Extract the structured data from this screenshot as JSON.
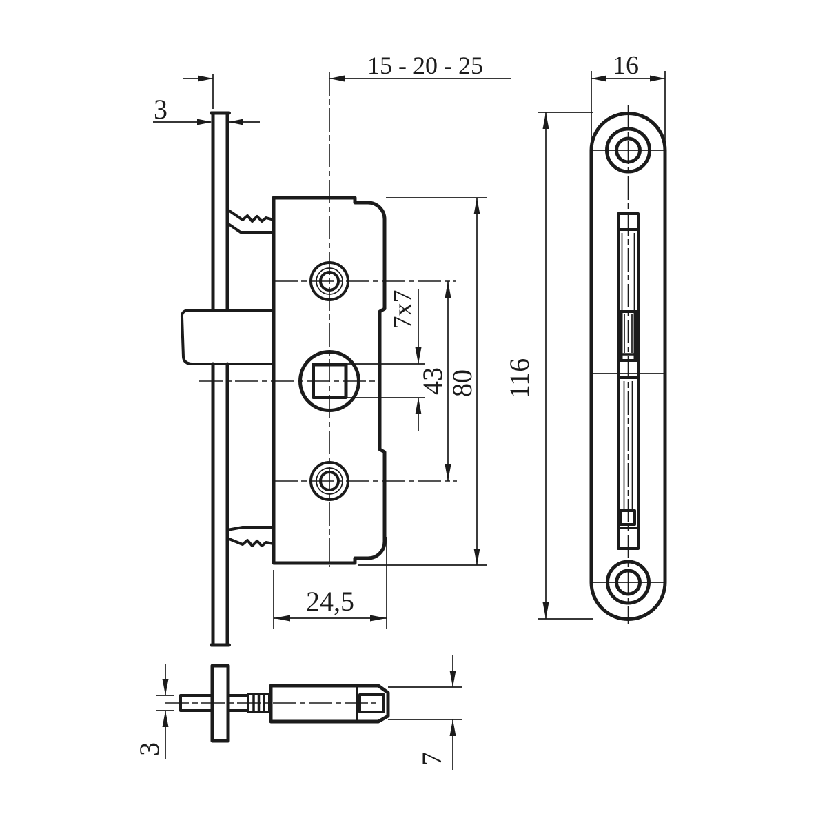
{
  "meta": {
    "type": "technical-drawing",
    "subject": "mortise latch lock: lock case side view, faceplate front view, spindle bottom view",
    "units": "mm"
  },
  "colors": {
    "line": "#1b1b1b",
    "background": "#ffffff"
  },
  "labels": {
    "backset": "15 - 20 - 25",
    "plate_thickness": "3",
    "faceplate_width": "16",
    "square_hole": "7x7",
    "hole_spacing": "43",
    "case_height": "80",
    "faceplate_length": "116",
    "case_depth": "24,5",
    "pin_diameter": "3",
    "spindle_height": "7"
  }
}
